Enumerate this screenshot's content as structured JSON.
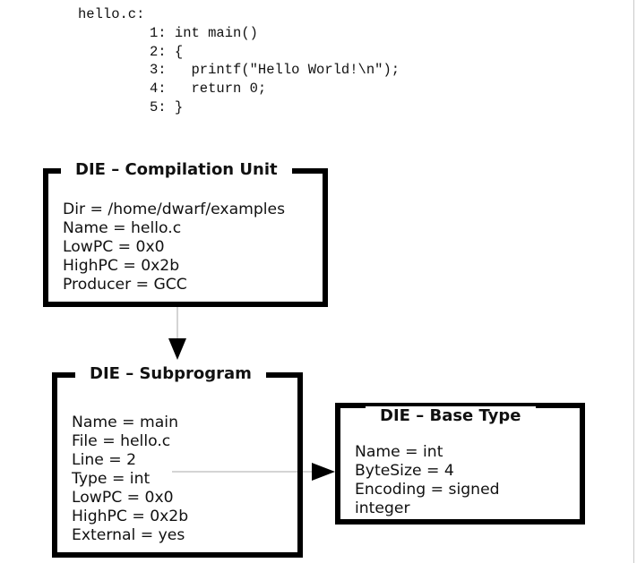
{
  "code": {
    "filename": "hello.c:",
    "lines": [
      "1: int main()",
      "2: {",
      "3:   printf(\"Hello World!\\n\");",
      "4:   return 0;",
      "5: }"
    ]
  },
  "dies": {
    "compilation_unit": {
      "title": "DIE – Compilation Unit",
      "attrs": [
        "Dir = /home/dwarf/examples",
        "Name = hello.c",
        "LowPC = 0x0",
        "HighPC = 0x2b",
        "Producer = GCC"
      ]
    },
    "subprogram": {
      "title": "DIE – Subprogram",
      "attrs": [
        "Name = main",
        "File = hello.c",
        "Line = 2",
        "Type = int",
        "LowPC = 0x0",
        "HighPC = 0x2b",
        "External = yes"
      ]
    },
    "base_type": {
      "title": "DIE – Base Type",
      "attrs": [
        "Name = int",
        "ByteSize = 4",
        "Encoding = signed",
        "integer"
      ]
    }
  },
  "colors": {
    "border": "#000000",
    "connector": "#aaaaaa"
  }
}
